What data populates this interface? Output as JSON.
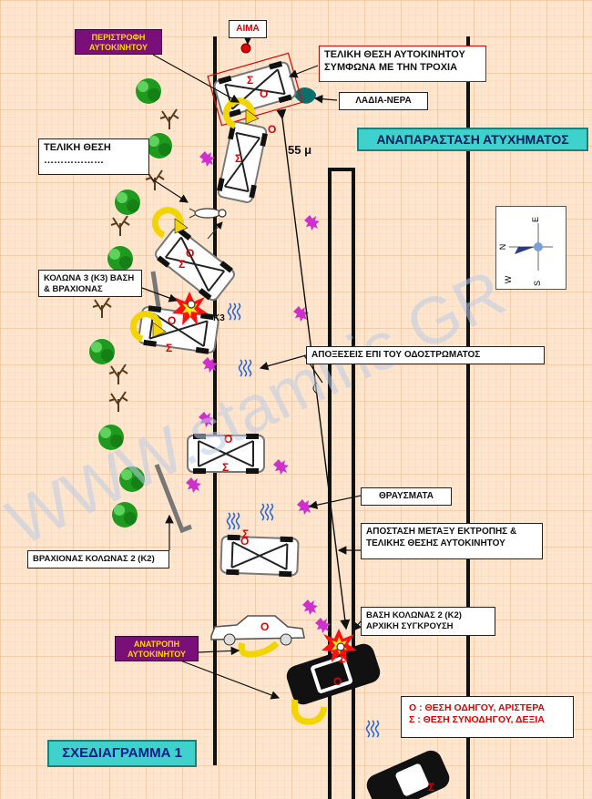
{
  "labels": {
    "blood": "ΑΙΜΑ",
    "car_rotation_top": "ΠΕΡΙΣΤΡΟΦΗ ΑΥΤΟΚΙΝΗΤΟΥ",
    "final_position_trajectory": "ΤΕΛΙΚΗ ΘΕΣΗ ΑΥΤΟΚΙΝΗΤΟΥ ΣΥΜΦΩΝΑ ΜΕ ΤΗΝ ΤΡΟΧΙΑ",
    "oil_water": "ΛΑΔΙΑ-ΝΕΡΑ",
    "final_position_person": "ΤΕΛΙΚΗ ΘΕΣΗ ………………",
    "accident_reconstruction": "ΑΝΑΠΑΡΑΣΤΑΣΗ ΑΤΥΧΗΜΑΤΟΣ",
    "distance_55": "55 μ",
    "pole3": "ΚΟΛΩΝΑ 3 (Κ3) ΒΑΣΗ & ΒΡΑΧΙΟΝΑΣ",
    "k3": "Κ3",
    "road_marks": "ΑΠΟΞΕΣΕΙΣ ΕΠΙ ΤΟΥ ΟΔΟΣΤΡΩΜΑΤΟΣ",
    "debris": "ΘΡΑΥΣΜΑΤΑ",
    "distance_deviation": "ΑΠΟΣΤΑΣΗ ΜΕΤΑΞΥ ΕΚΤΡΟΠΗΣ & ΤΕΛΙΚΗΣ ΘΕΣΗΣ ΑΥΤΟΚΙΝΗΤΟΥ",
    "pole2_arm": "ΒΡΑΧΙΟΝΑΣ ΚΟΛΩΝΑΣ 2 (Κ2)",
    "pole2_base": "ΒΑΣΗ ΚΟΛΩΝΑΣ 2 (Κ2) ΑΡΧΙΚΗ ΣΥΓΚΡΟΥΣΗ",
    "car_overturn": "ΑΝΑΤΡΟΠΗ ΑΥΤΟΚΙΝΗΤΟΥ",
    "legend_driver": "Ο : ΘΕΣΗ ΟΔΗΓΟΥ, ΑΡΙΣΤΕΡΑ",
    "legend_passenger": "Σ : ΘΕΣΗ ΣΥΝΟΔΗΓΟΥ, ΔΕΞΙΑ",
    "diagram_title": "ΣΧΕΔΙΑΓΡΑΜΜΑ 1",
    "watermark": "WWW.stamiris.GR",
    "mark_driver": "Ο",
    "mark_passenger": "Σ"
  },
  "compass": [
    "E",
    "S",
    "W",
    "N"
  ],
  "colors": {
    "grid_paper": "#fde6cf",
    "grid_line": "#f2b98f",
    "label_purple": "#7a0f7a",
    "label_yellow": "#ffd600",
    "title_teal": "#3fd2cc",
    "marker_red": "#e00000",
    "tree_green": "#1f9a1f",
    "debris_magenta": "#d02fd0",
    "skid_blue": "#2a6ad8"
  }
}
